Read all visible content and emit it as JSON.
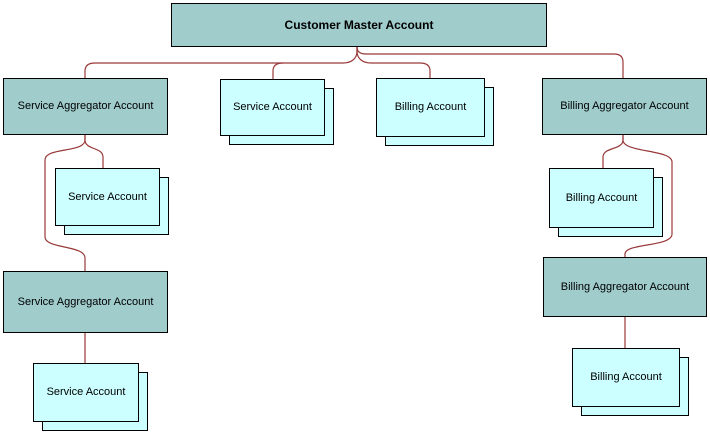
{
  "diagram": {
    "type": "hierarchy",
    "title": "Customer Master Account",
    "colors": {
      "aggregator_fill": "#a0cccc",
      "account_fill": "#ccffff",
      "box_border": "#000000",
      "connector": "#993939",
      "background": "#ffffff",
      "text": "#000000"
    },
    "nodes": [
      {
        "id": "customer-master-account",
        "label": "Customer Master Account",
        "kind": "aggregator",
        "stacked": false
      },
      {
        "id": "service-aggregator-account-1",
        "label": "Service Aggregator Account",
        "kind": "aggregator",
        "stacked": false
      },
      {
        "id": "service-account-1",
        "label": "Service Account",
        "kind": "account",
        "stacked": true
      },
      {
        "id": "billing-account-1",
        "label": "Billing Account",
        "kind": "account",
        "stacked": true
      },
      {
        "id": "billing-aggregator-account-1",
        "label": "Billing Aggregator Account",
        "kind": "aggregator",
        "stacked": false
      },
      {
        "id": "service-account-2",
        "label": "Service Account",
        "kind": "account",
        "stacked": true
      },
      {
        "id": "billing-account-2",
        "label": "Billing Account",
        "kind": "account",
        "stacked": true
      },
      {
        "id": "service-aggregator-account-2",
        "label": "Service Aggregator Account",
        "kind": "aggregator",
        "stacked": false
      },
      {
        "id": "billing-aggregator-account-2",
        "label": "Billing Aggregator Account",
        "kind": "aggregator",
        "stacked": false
      },
      {
        "id": "service-account-3",
        "label": "Service Account",
        "kind": "account",
        "stacked": true
      },
      {
        "id": "billing-account-3",
        "label": "Billing Account",
        "kind": "account",
        "stacked": true
      }
    ],
    "edges": [
      {
        "from": "customer-master-account",
        "to": "service-aggregator-account-1"
      },
      {
        "from": "customer-master-account",
        "to": "service-account-1"
      },
      {
        "from": "customer-master-account",
        "to": "billing-account-1"
      },
      {
        "from": "customer-master-account",
        "to": "billing-aggregator-account-1"
      },
      {
        "from": "service-aggregator-account-1",
        "to": "service-account-2"
      },
      {
        "from": "service-aggregator-account-1",
        "to": "service-aggregator-account-2"
      },
      {
        "from": "service-aggregator-account-2",
        "to": "service-account-3"
      },
      {
        "from": "billing-aggregator-account-1",
        "to": "billing-account-2"
      },
      {
        "from": "billing-aggregator-account-1",
        "to": "billing-aggregator-account-2"
      },
      {
        "from": "billing-aggregator-account-2",
        "to": "billing-account-3"
      }
    ],
    "connectors": [
      "M357,47 L357,51 C357,59 351,63 343,63 L95,63 Q85,63 85,71 L85,78",
      "M283,63 Q273,63 273,71 L273,79",
      "M357,47 L357,51 C357,59 363,63 371,63 L420,63 Q430,63 430,71 L430,78",
      "M357,47 Q357,54 366,54 L614,54 Q623,54 623,62 L623,78",
      "M85,135 L85,140 C85,150 103,147 103,157 L103,168",
      "M85,135 L85,140 C85,153 45,147 45,160 L45,237 C45,249 85,245 85,258 L85,271",
      "M85,333 L85,363",
      "M623,135 L623,140 C623,150 603,147 603,157 L603,168",
      "M623,135 L623,140 C623,153 672,149 672,162 L672,234 C672,247 625,243 625,254 L625,257",
      "M625,317 L625,348"
    ]
  }
}
